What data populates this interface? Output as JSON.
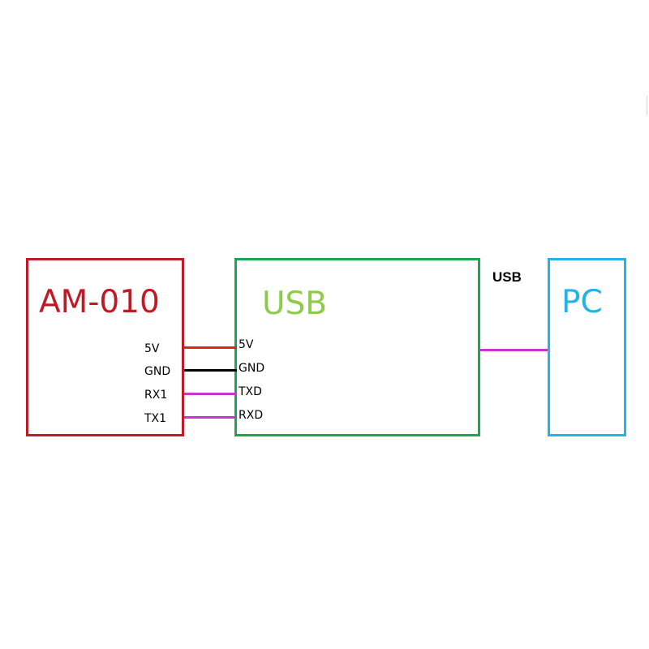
{
  "blocks": {
    "am010": {
      "title": "AM-010",
      "color": "#c01a24",
      "pins": [
        "5V",
        "GND",
        "RX1",
        "TX1"
      ]
    },
    "usb": {
      "title": "USB",
      "color": "#1aa84c",
      "title_color": "#8ccc4a",
      "pins": [
        "5V",
        "GND",
        "TXD",
        "RXD"
      ]
    },
    "pc": {
      "title": "PC",
      "color": "#22b4e6"
    }
  },
  "link": {
    "label": "USB",
    "color": "#cc33cc"
  },
  "wires": [
    {
      "from": "5V",
      "to": "5V",
      "color": "#e2231a"
    },
    {
      "from": "GND",
      "to": "GND",
      "color": "#000000"
    },
    {
      "from": "RX1",
      "to": "TXD",
      "color": "#cc33cc"
    },
    {
      "from": "TX1",
      "to": "RXD",
      "color": "#cc33cc"
    }
  ]
}
